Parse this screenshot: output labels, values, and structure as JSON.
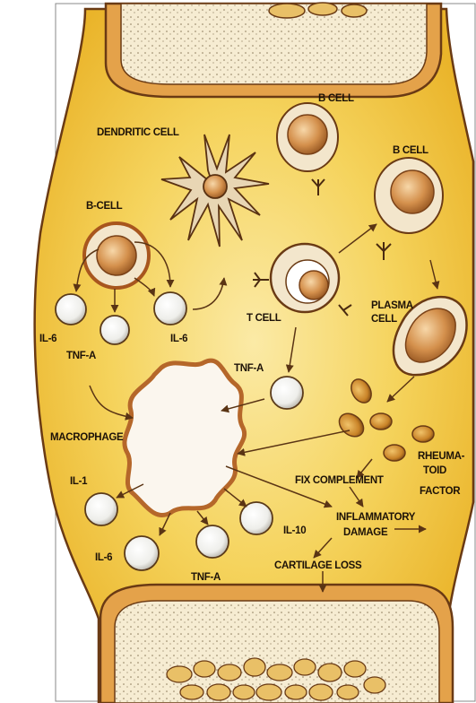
{
  "labels": {
    "b_cell_top": "B CELL",
    "dendritic_cell": "DENDRITIC CELL",
    "b_cell_right": "B CELL",
    "b_cell_left": "B-CELL",
    "plasma_cell_1": "PLASMA",
    "plasma_cell_2": "CELL",
    "t_cell": "T CELL",
    "il6_left": "IL-6",
    "il6_mid": "IL-6",
    "tnfa_left": "TNF-A",
    "tnfa_mid": "TNF-A",
    "macrophage": "MACROPHAGE",
    "rheumatoid_1": "RHEUMA-",
    "rheumatoid_2": "TOID",
    "rheumatoid_3": "FACTOR",
    "fix_complement": "FIX COMPLEMENT",
    "il1": "IL-1",
    "inflammatory_1": "INFLAMMATORY",
    "inflammatory_2": "DAMAGE",
    "il10": "IL-10",
    "il6_bottom": "IL-6",
    "tnfa_bottom": "TNF-A",
    "cartilage_loss": "CARTILAGE LOSS"
  },
  "colors": {
    "synovial_fluid": "#f2c33a",
    "synovial_light": "#f8e69a",
    "capsule_outline": "#6a3a14",
    "bone": "#f4e5b8",
    "cell_membrane": "#c8753a",
    "macrophage_fill": "#fbf6ee",
    "ink": "#1d1208"
  }
}
